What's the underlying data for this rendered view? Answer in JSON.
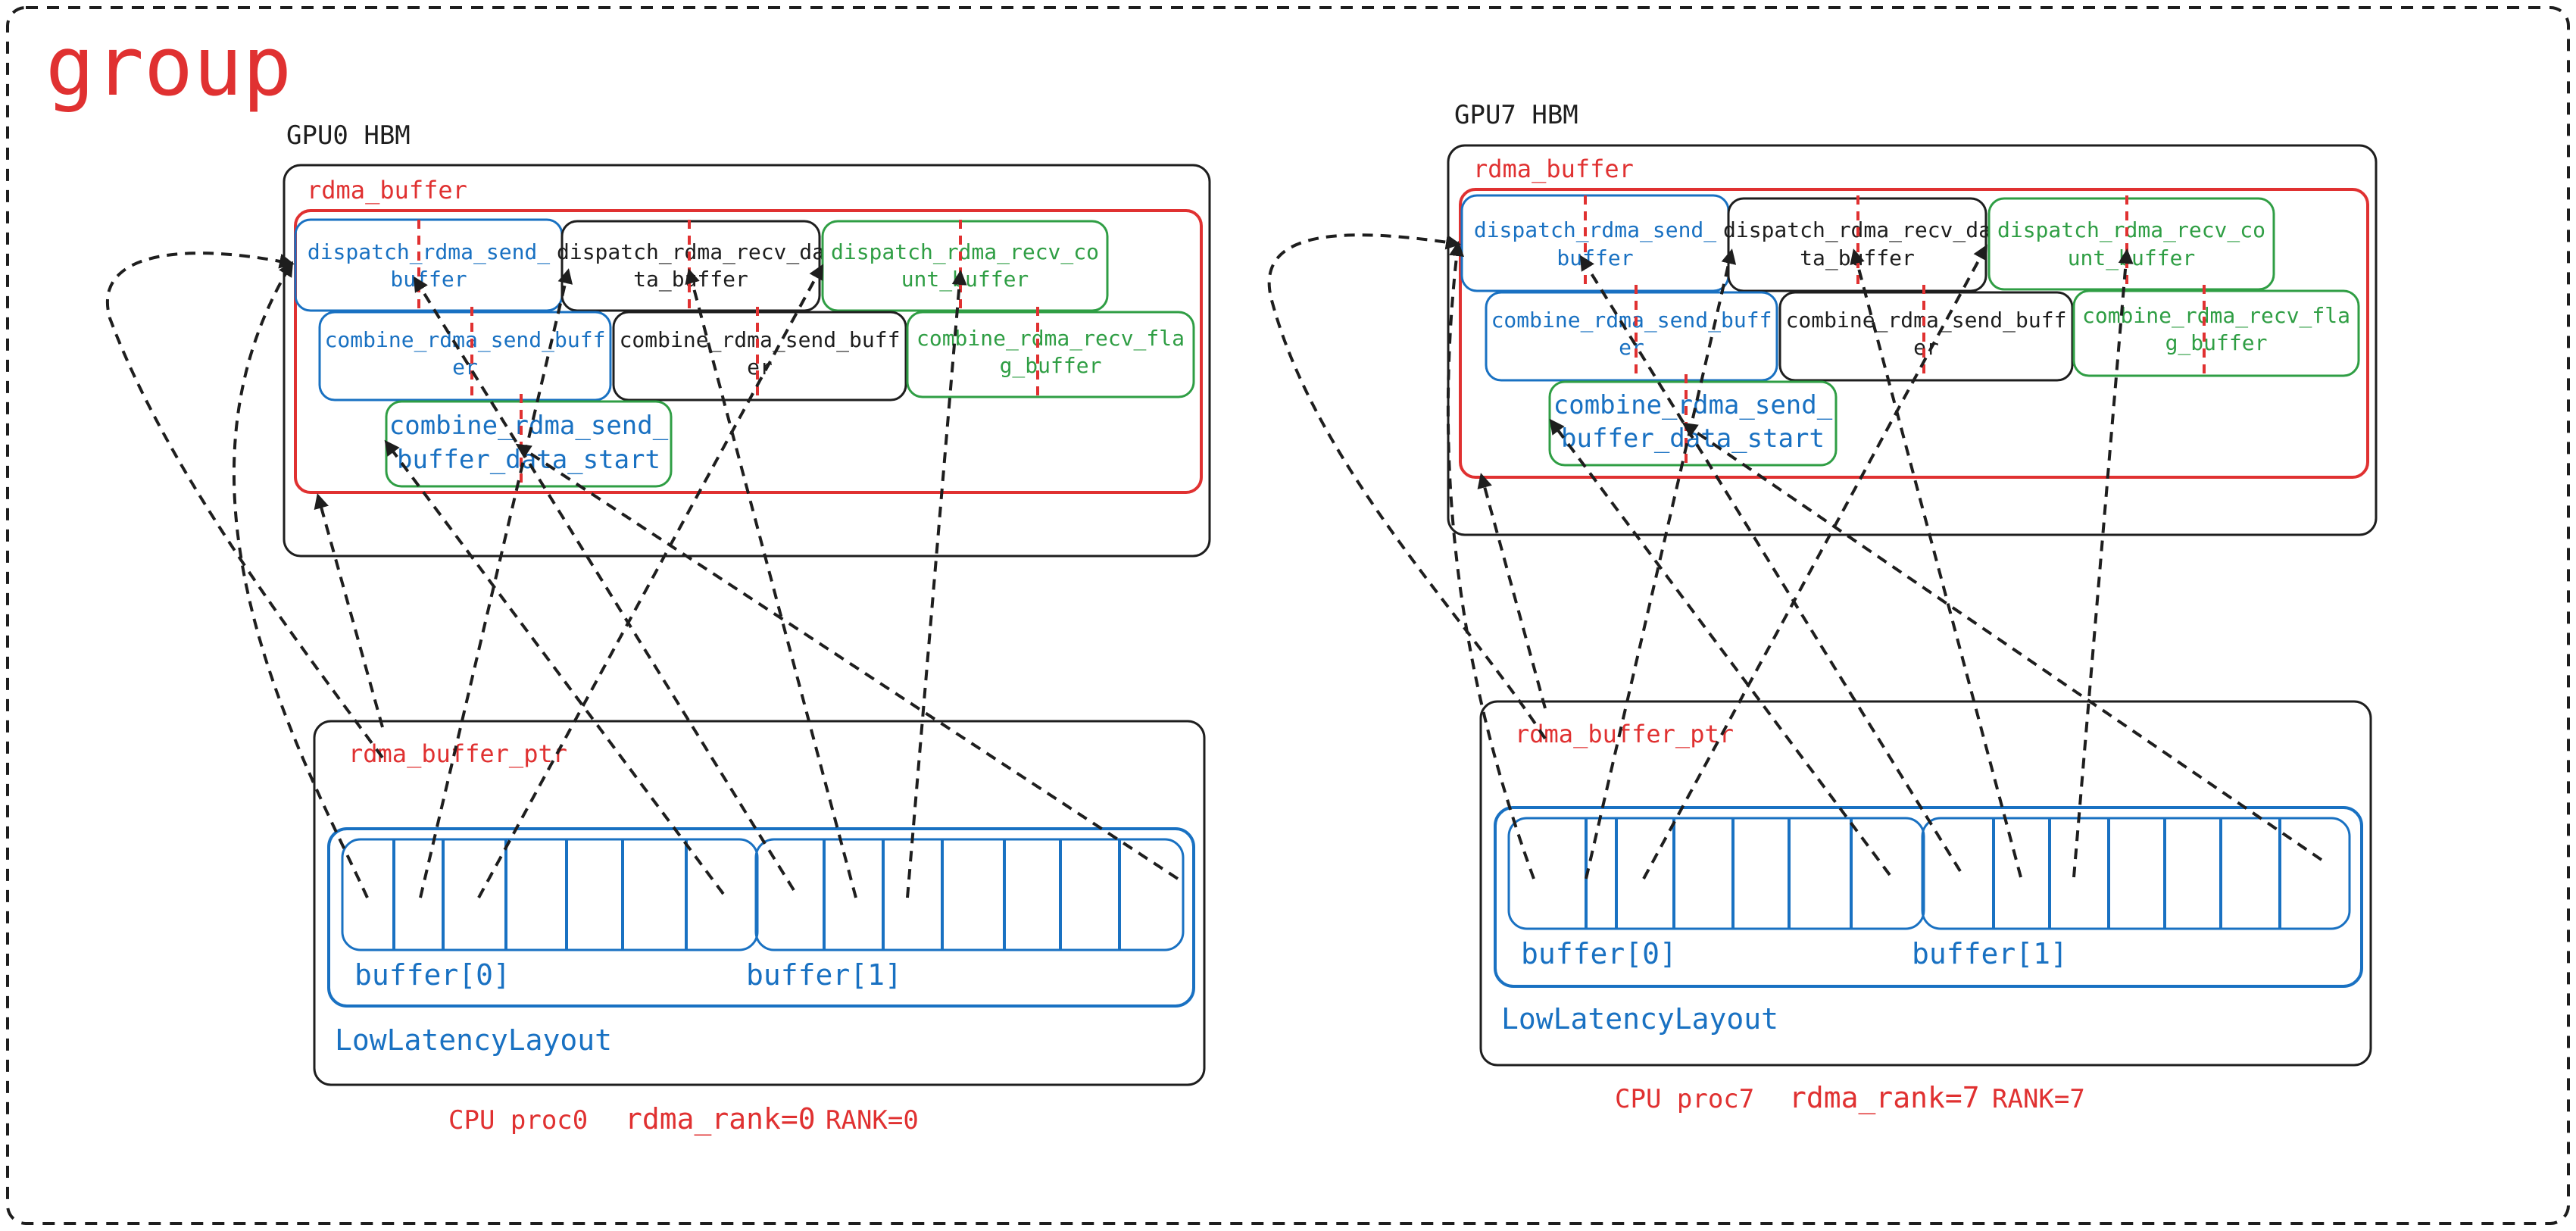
{
  "title": "group",
  "gpus": [
    {
      "hbm_label": "GPU0 HBM",
      "rdma_buffer_label": "rdma_buffer",
      "cells": [
        {
          "lines": [
            "dispatch_rdma_send_",
            "buffer"
          ],
          "color": "blue"
        },
        {
          "lines": [
            "dispatch_rdma_recv_da",
            "ta_buffer"
          ],
          "color": "black"
        },
        {
          "lines": [
            "dispatch_rdma_recv_co",
            "unt_buffer"
          ],
          "color": "green"
        },
        {
          "lines": [
            "combine_rdma_send_buff",
            "er"
          ],
          "color": "blue"
        },
        {
          "lines": [
            "combine_rdma_send_buff",
            "er"
          ],
          "color": "black"
        },
        {
          "lines": [
            "combine_rdma_recv_fla",
            "g_buffer"
          ],
          "color": "green"
        },
        {
          "lines": [
            "combine_rdma_send_",
            "buffer_data_start"
          ],
          "color": "blue"
        }
      ],
      "ptr_label": "rdma_buffer_ptr",
      "buffer_labels": [
        "buffer[0]",
        "buffer[1]"
      ],
      "layout_label": "LowLatencyLayout",
      "cpu_label": "CPU proc0",
      "rdma_rank_label": "rdma_rank=0",
      "rank_label": "RANK=0"
    },
    {
      "hbm_label": "GPU7 HBM",
      "rdma_buffer_label": "rdma_buffer",
      "cells": [
        {
          "lines": [
            "dispatch_rdma_send_",
            "buffer"
          ],
          "color": "blue"
        },
        {
          "lines": [
            "dispatch_rdma_recv_da",
            "ta_buffer"
          ],
          "color": "black"
        },
        {
          "lines": [
            "dispatch_rdma_recv_co",
            "unt_buffer"
          ],
          "color": "green"
        },
        {
          "lines": [
            "combine_rdma_send_buff",
            "er"
          ],
          "color": "blue"
        },
        {
          "lines": [
            "combine_rdma_send_buff",
            "er"
          ],
          "color": "black"
        },
        {
          "lines": [
            "combine_rdma_recv_fla",
            "g_buffer"
          ],
          "color": "green"
        },
        {
          "lines": [
            "combine_rdma_send_",
            "buffer_data_start"
          ],
          "color": "blue"
        }
      ],
      "ptr_label": "rdma_buffer_ptr",
      "buffer_labels": [
        "buffer[0]",
        "buffer[1]"
      ],
      "layout_label": "LowLatencyLayout",
      "cpu_label": "CPU proc7",
      "rdma_rank_label": "rdma_rank=7",
      "rank_label": "RANK=7"
    }
  ],
  "colors": {
    "red": "#e03131",
    "blue": "#1971c2",
    "green": "#2f9e44",
    "black": "#1e1e1e"
  }
}
